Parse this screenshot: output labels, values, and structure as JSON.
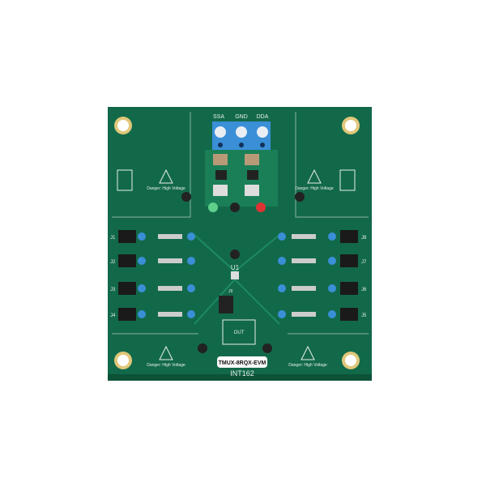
{
  "board": {
    "colors": {
      "pcb": "#12694a",
      "pcb_dark": "#0d5a3d",
      "silk": "#e8efe8",
      "terminal": "#3a8fd6",
      "pad": "#e0c77a"
    },
    "terminal_labels": [
      "SSA",
      "GND",
      "DDA"
    ],
    "part_label": "TMUX-8RQX-EVM",
    "part_number": "INT162",
    "chip_label": "U1",
    "warning_text": "Danger: High Voltage",
    "out_label": "OUT",
    "j9_label": "J9",
    "left_connectors": [
      "J1",
      "J2",
      "J3",
      "J4"
    ],
    "right_connectors": [
      "J8",
      "J7",
      "J6",
      "J5"
    ]
  }
}
